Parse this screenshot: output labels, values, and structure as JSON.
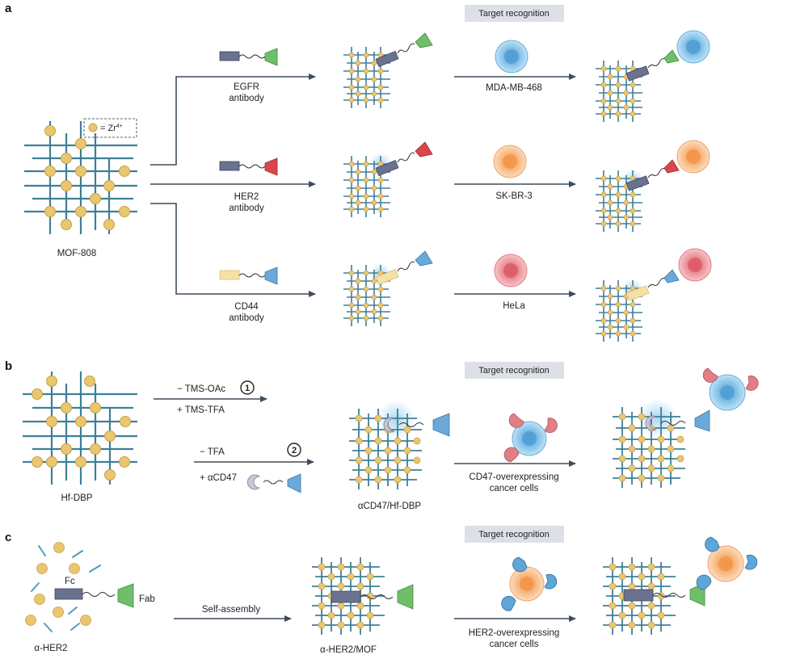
{
  "panels": {
    "a": {
      "letter": "a",
      "header": "Target recognition",
      "mof_label": "MOF-808",
      "zr_legend": "= Zr",
      "zr_sup": "4+",
      "rows": [
        {
          "antibody": "EGFR",
          "antibody_sub": "antibody",
          "cell": "MDA-MB-468"
        },
        {
          "antibody": "HER2",
          "antibody_sub": "antibody",
          "cell": "SK-BR-3"
        },
        {
          "antibody": "CD44",
          "antibody_sub": "antibody",
          "cell": "HeLa"
        }
      ]
    },
    "b": {
      "letter": "b",
      "header": "Target recognition",
      "mof_label": "Hf-DBP",
      "step1_minus": "− TMS-OAc",
      "step1_plus": "+ TMS-TFA",
      "step1_num": "1",
      "step2_minus": "− TFA",
      "step2_plus": "+ αCD47",
      "step2_num": "2",
      "product": "αCD47/Hf-DBP",
      "cells_line1": "CD47-overexpressing",
      "cells_line2": "cancer cells"
    },
    "c": {
      "letter": "c",
      "header": "Target recognition",
      "fc": "Fc",
      "fab": "Fab",
      "antibody_label": "α-HER2",
      "process": "Self-assembly",
      "product": "α-HER2/MOF",
      "cells_line1": "HER2-overexpressing",
      "cells_line2": "cancer cells"
    }
  },
  "colors": {
    "grid": "#3d7f9a",
    "node": "#eac66e",
    "node_stroke": "#c9a24a",
    "arrow": "#3e4d5c",
    "fc_dark": "#6b7290",
    "fab_green": "#6fbf6a",
    "fab_red": "#d9474d",
    "fab_blue": "#6aa9d9",
    "fc_light": "#f6e0a6",
    "cell_blue": "#8cc8ec",
    "cell_orange": "#f8bb85",
    "cell_red": "#ec8c92",
    "receptor_red": "#e07f86",
    "receptor_blue": "#5fa6d8",
    "header_bg": "#dde0e6"
  }
}
